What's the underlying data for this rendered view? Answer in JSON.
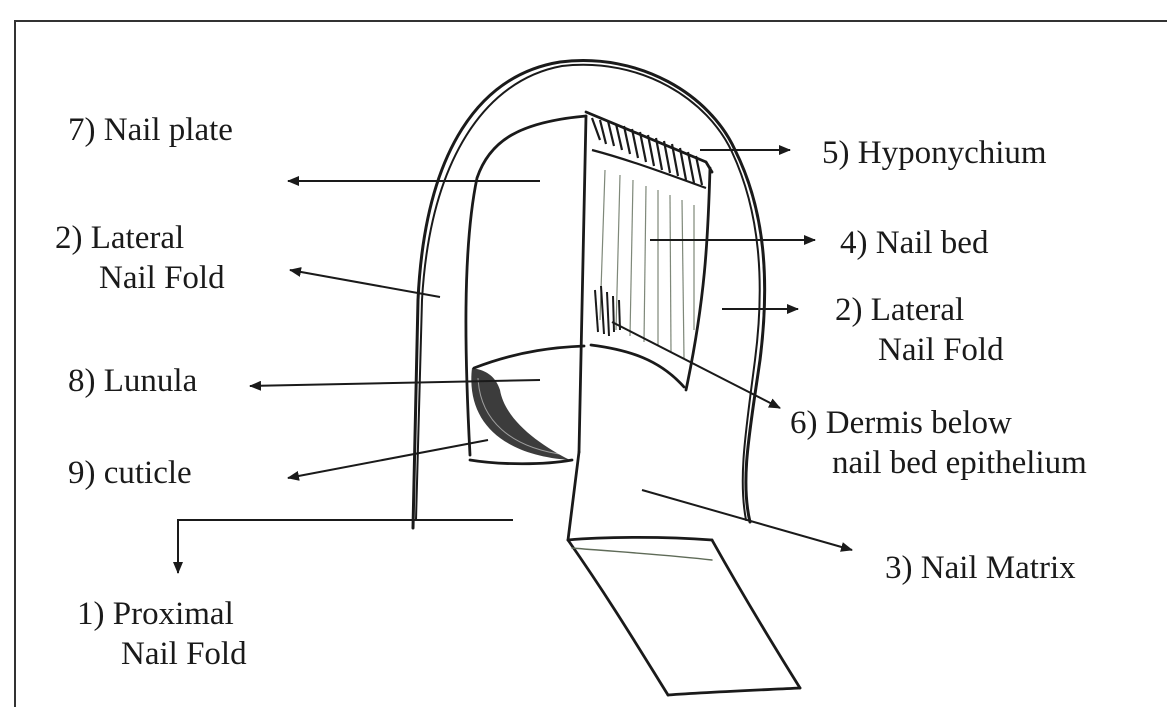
{
  "labels": {
    "nail_plate": "7) Nail plate",
    "lateral_left": [
      "2) Lateral",
      "Nail Fold"
    ],
    "lunula": "8) Lunula",
    "cuticle": "9) cuticle",
    "proximal": [
      "1) Proximal",
      "Nail Fold"
    ],
    "hyponychium": "5) Hyponychium",
    "nail_bed": "4) Nail bed",
    "lateral_right": [
      "2) Lateral",
      "Nail Fold"
    ],
    "dermis": [
      "6) Dermis below",
      "nail bed epithelium"
    ],
    "matrix": "3) Nail Matrix"
  },
  "colors": {
    "ink": "#1a1a1a",
    "frame": "#333333",
    "hatch_green": "#5f6b58"
  }
}
